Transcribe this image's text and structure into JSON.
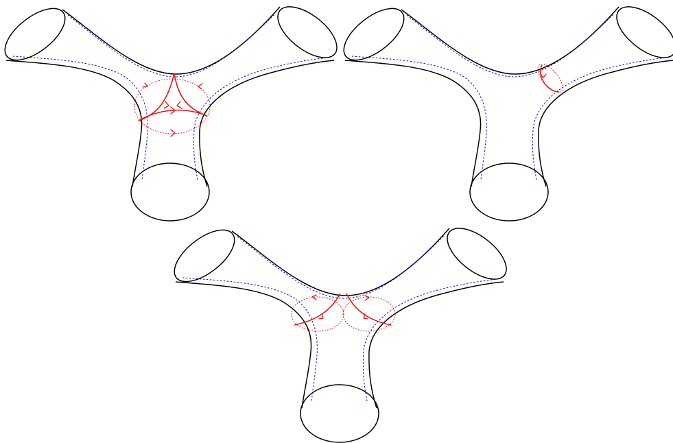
{
  "figure": {
    "panels": [
      {
        "id": "top-left",
        "curve_set": "tri-loop"
      },
      {
        "id": "top-right",
        "curve_set": "single-loop"
      },
      {
        "id": "bottom-center",
        "curve_set": "double-loop"
      }
    ],
    "colors": {
      "outline": "#000000",
      "core_dashed": "#0000ee",
      "curves": "#ee1111"
    }
  }
}
